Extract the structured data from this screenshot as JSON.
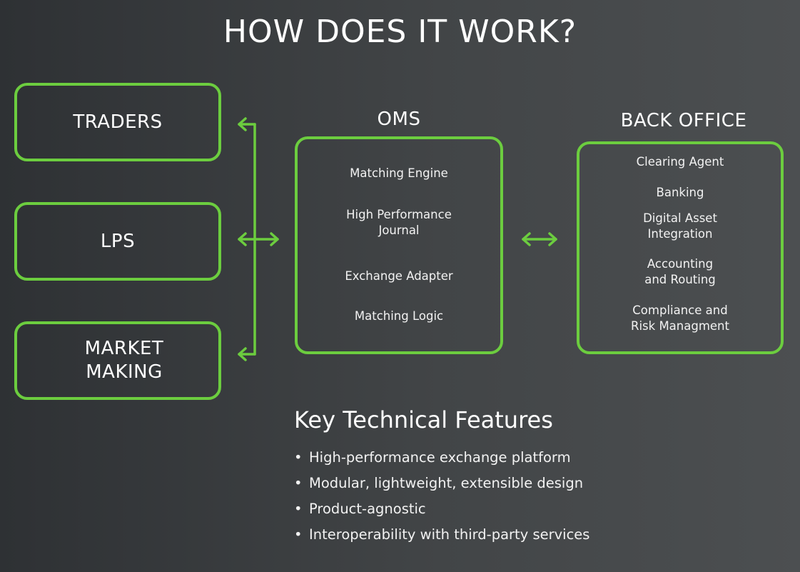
{
  "title": "HOW DOES IT WORK?",
  "sources": [
    {
      "label_lines": [
        "TRADERS"
      ]
    },
    {
      "label_lines": [
        "LPS"
      ]
    },
    {
      "label_lines": [
        "MARKET",
        "MAKING"
      ]
    }
  ],
  "oms": {
    "title": "OMS",
    "items": [
      {
        "lines": [
          "Matching Engine"
        ]
      },
      {
        "lines": [
          "High Performance",
          "Journal"
        ]
      },
      {
        "lines": [
          "Exchange Adapter"
        ]
      },
      {
        "lines": [
          "Matching Logic"
        ]
      }
    ]
  },
  "back_office": {
    "title": "BACK OFFICE",
    "items": [
      {
        "lines": [
          "Clearing Agent"
        ]
      },
      {
        "lines": [
          "Banking"
        ]
      },
      {
        "lines": [
          "Digital Asset",
          "Integration"
        ]
      },
      {
        "lines": [
          "Accounting",
          "and Routing"
        ]
      },
      {
        "lines": [
          "Compliance and",
          "Risk Managment"
        ]
      }
    ]
  },
  "features": {
    "title": "Key Technical Features",
    "items": [
      "High-performance exchange platform",
      "Modular, lightweight, extensible design",
      "Product-agnostic",
      "Interoperability with third-party services"
    ]
  },
  "colors": {
    "accent": "#6ccd3f",
    "background": "#3a3d40",
    "text": "#ffffff"
  }
}
